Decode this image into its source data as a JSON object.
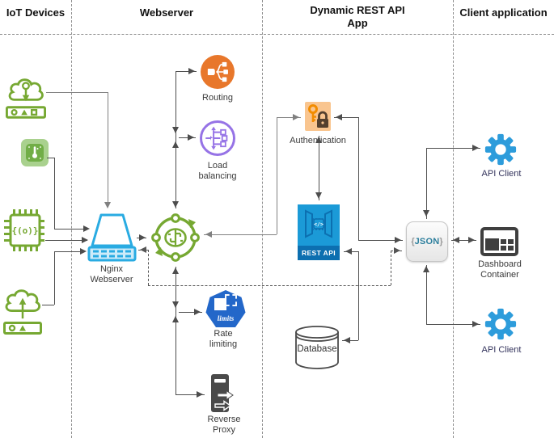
{
  "cols": {
    "iot": "IoT Devices",
    "webserver": "Webserver",
    "api_line1": "Dynamic REST API",
    "api_line2": "App",
    "client": "Client application"
  },
  "nodes": {
    "nginx": {
      "line1": "Nginx",
      "line2": "Webserver"
    },
    "routing": {
      "label": "Routing"
    },
    "load_balancing": {
      "line1": "Load",
      "line2": "balancing"
    },
    "rate_limiting": {
      "line1": "Rate",
      "line2": "limiting",
      "icon_text": "limits"
    },
    "reverse_proxy": {
      "line1": "Reverse",
      "line2": "Proxy"
    },
    "authentication": {
      "label": "Authentication"
    },
    "rest_api": {
      "badge": "REST API",
      "glyph": "</>"
    },
    "database": {
      "label": "Database"
    },
    "json_gateway": {
      "brace_left": "{",
      "text": "JSON",
      "brace_right": "}"
    },
    "api_client_top": {
      "label": "API Client"
    },
    "dashboard": {
      "line1": "Dashboard",
      "line2": "Container"
    },
    "api_client_bottom": {
      "label": "API Client"
    },
    "chip": {
      "icon_text": "{(o)}"
    }
  },
  "colors": {
    "green": "#76A832",
    "nginx_blue": "#29ABE2",
    "orange": "#E8772B",
    "purple": "#9673E6",
    "rate_blue": "#2367C9",
    "dark_gray": "#4A4A4A",
    "auth_bg": "#F9C58F",
    "auth_key": "#F28C00",
    "auth_lock": "#54402E",
    "rest_body": "#1B9AD7",
    "rest_dark": "#0C6FB0",
    "gear_blue": "#2D9CDB",
    "json_teal": "#2D7F9D",
    "line": "#4D4D4D",
    "label_navy": "#33335C"
  }
}
